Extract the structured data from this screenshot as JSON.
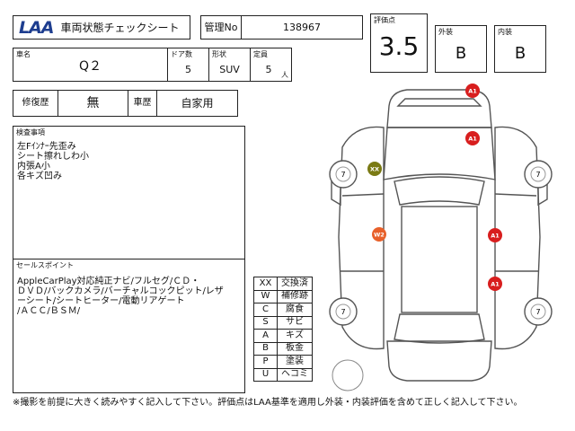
{
  "header": {
    "logo": "LAA",
    "title": "車両状態チェックシート",
    "kanri_label": "管理No",
    "kanri_value": "138967"
  },
  "evaluation": {
    "score_label": "評価点",
    "score": "3.5",
    "exterior_label": "外装",
    "exterior": "B",
    "interior_label": "内装",
    "interior": "B"
  },
  "vehicle": {
    "name_label": "車名",
    "name": "Q２",
    "doors_label": "ドア数",
    "doors": "5",
    "body_label": "形状",
    "body": "SUV",
    "capacity_label": "定員",
    "capacity": "5",
    "capacity_unit": "人"
  },
  "history": {
    "repair_label": "修復歴",
    "repair": "無",
    "usage_label": "車歴",
    "usage": "自家用"
  },
  "inspection": {
    "label": "検査事項",
    "text": "左Fｲﾝﾅｰ先歪み\nシート擦れしわ小\n内張A小\n各キズ凹み"
  },
  "sales": {
    "label": "セールスポイント",
    "text": "AppleCarPlay対応純正ナビ/フルセグ/ＣＤ・\nＤＶＤ/バックカメラ/バーチャルコックピット/レザ\nーシート/シートヒーター/電動リアゲート\n/ＡＣＣ/ＢＳＭ/"
  },
  "legend": [
    {
      "code": "XX",
      "desc": "交換済"
    },
    {
      "code": "W",
      "desc": "補修跡"
    },
    {
      "code": "C",
      "desc": "腐食"
    },
    {
      "code": "S",
      "desc": "サビ"
    },
    {
      "code": "A",
      "desc": "キズ"
    },
    {
      "code": "B",
      "desc": "板金"
    },
    {
      "code": "P",
      "desc": "塗装"
    },
    {
      "code": "U",
      "desc": "ヘコミ"
    }
  ],
  "diagram": {
    "colors": {
      "red": "#d81e1e",
      "orange": "#e8602a",
      "olive": "#7a7a14"
    },
    "marks": [
      {
        "id": "a1-front-bumper",
        "text": "A1",
        "color": "red"
      },
      {
        "id": "a1-hood",
        "text": "A1",
        "color": "red"
      },
      {
        "id": "xx-left-fender",
        "text": "XX",
        "color": "olive"
      },
      {
        "id": "w2-left-door",
        "text": "W2",
        "color": "orange"
      },
      {
        "id": "a1-right-door",
        "text": "A1",
        "color": "red"
      },
      {
        "id": "a1-right-rear",
        "text": "A1",
        "color": "red"
      }
    ],
    "tires": [
      "7",
      "7",
      "7",
      "7"
    ]
  },
  "footer": "※撮影を前提に大きく読みやすく記入して下さい。評価点はLAA基準を適用し外装・内装評価を含めて正しく記入して下さい。"
}
